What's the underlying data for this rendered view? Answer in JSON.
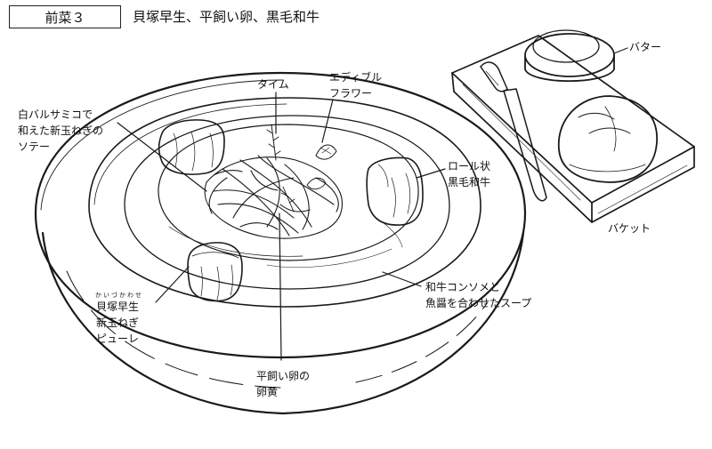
{
  "header": {
    "course": "前菜３",
    "title": "貝塚早生、平飼い卵、黒毛和牛"
  },
  "labels": {
    "thyme": "タイム",
    "edible_flower": "エディブル\nフラワー",
    "onion_saute": "白バルサミコで\n和えた新玉ねぎの\nソテー",
    "wagyu_roll": "ロール状\n黒毛和牛",
    "butter": "バター",
    "baguette": "バケット",
    "soup": "和牛コンソメと\n魚醤を合わせたスープ",
    "puree": "貝塚早生\n新玉ねぎ\nピューレ",
    "puree_ruby": "かいづかわせ",
    "egg_yolk": "平飼い卵の\n卵黄"
  }
}
